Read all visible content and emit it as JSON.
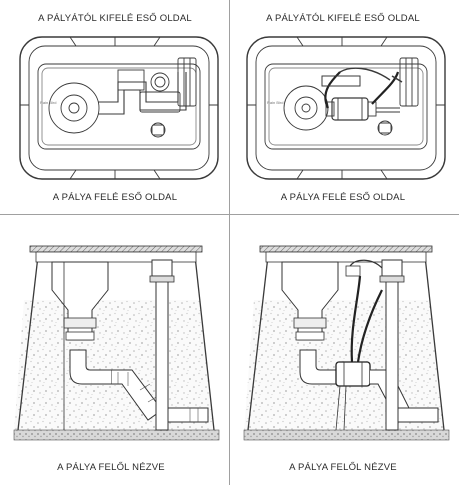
{
  "panels": [
    {
      "id": "top-left",
      "top_label": "A PÁLYÁTÓL KIFELÉ ESŐ OLDAL",
      "bottom_label": "A PÁLYA FELÉ ESŐ OLDAL"
    },
    {
      "id": "top-right",
      "top_label": "A PÁLYÁTÓL KIFELÉ ESŐ OLDAL",
      "bottom_label": "A PÁLYA FELÉ ESŐ OLDAL"
    },
    {
      "id": "bottom-left",
      "bottom_label": "A PÁLYA FELŐL NÉZVE"
    },
    {
      "id": "bottom-right",
      "bottom_label": "A PÁLYA FELŐL NÉZVE"
    }
  ],
  "colors": {
    "line": "#3a3a3a",
    "divider": "#9a9a9a",
    "gravel": "#c9c9c9",
    "ground": "#777777"
  }
}
